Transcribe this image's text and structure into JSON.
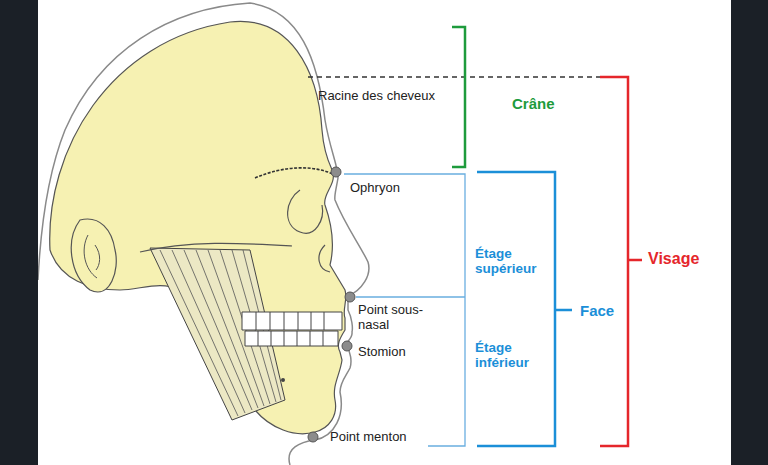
{
  "diagram": {
    "labels": [
      "Racine des cheveux",
      "Crâne",
      "Ophryon",
      "Point sous-nasal",
      "Stomion",
      "Étage supérieur",
      "Étage inférieur",
      "Point menton",
      "Face",
      "Visage"
    ]
  }
}
